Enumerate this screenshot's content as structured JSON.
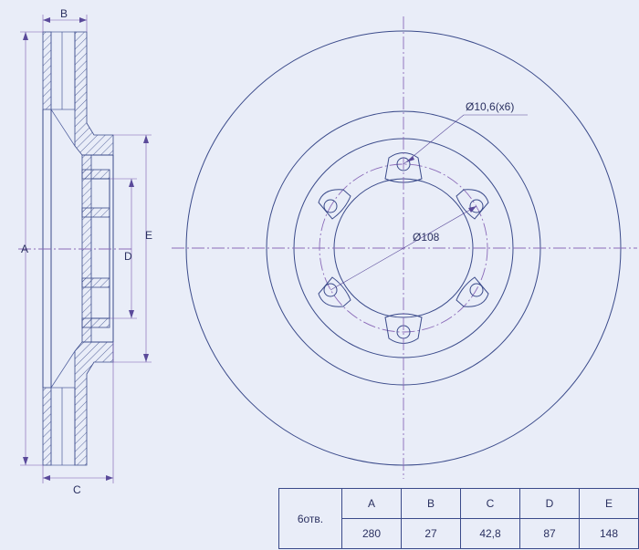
{
  "labels": {
    "A": "A",
    "B": "B",
    "C": "C",
    "D": "D",
    "E": "E",
    "hole_note": "Ø10,6(x6)",
    "pcd_note": "Ø108"
  },
  "table": {
    "row_label": "6отв.",
    "headers": [
      "A",
      "B",
      "C",
      "D",
      "E"
    ],
    "values": [
      "280",
      "27",
      "42,8",
      "87",
      "148"
    ]
  }
}
